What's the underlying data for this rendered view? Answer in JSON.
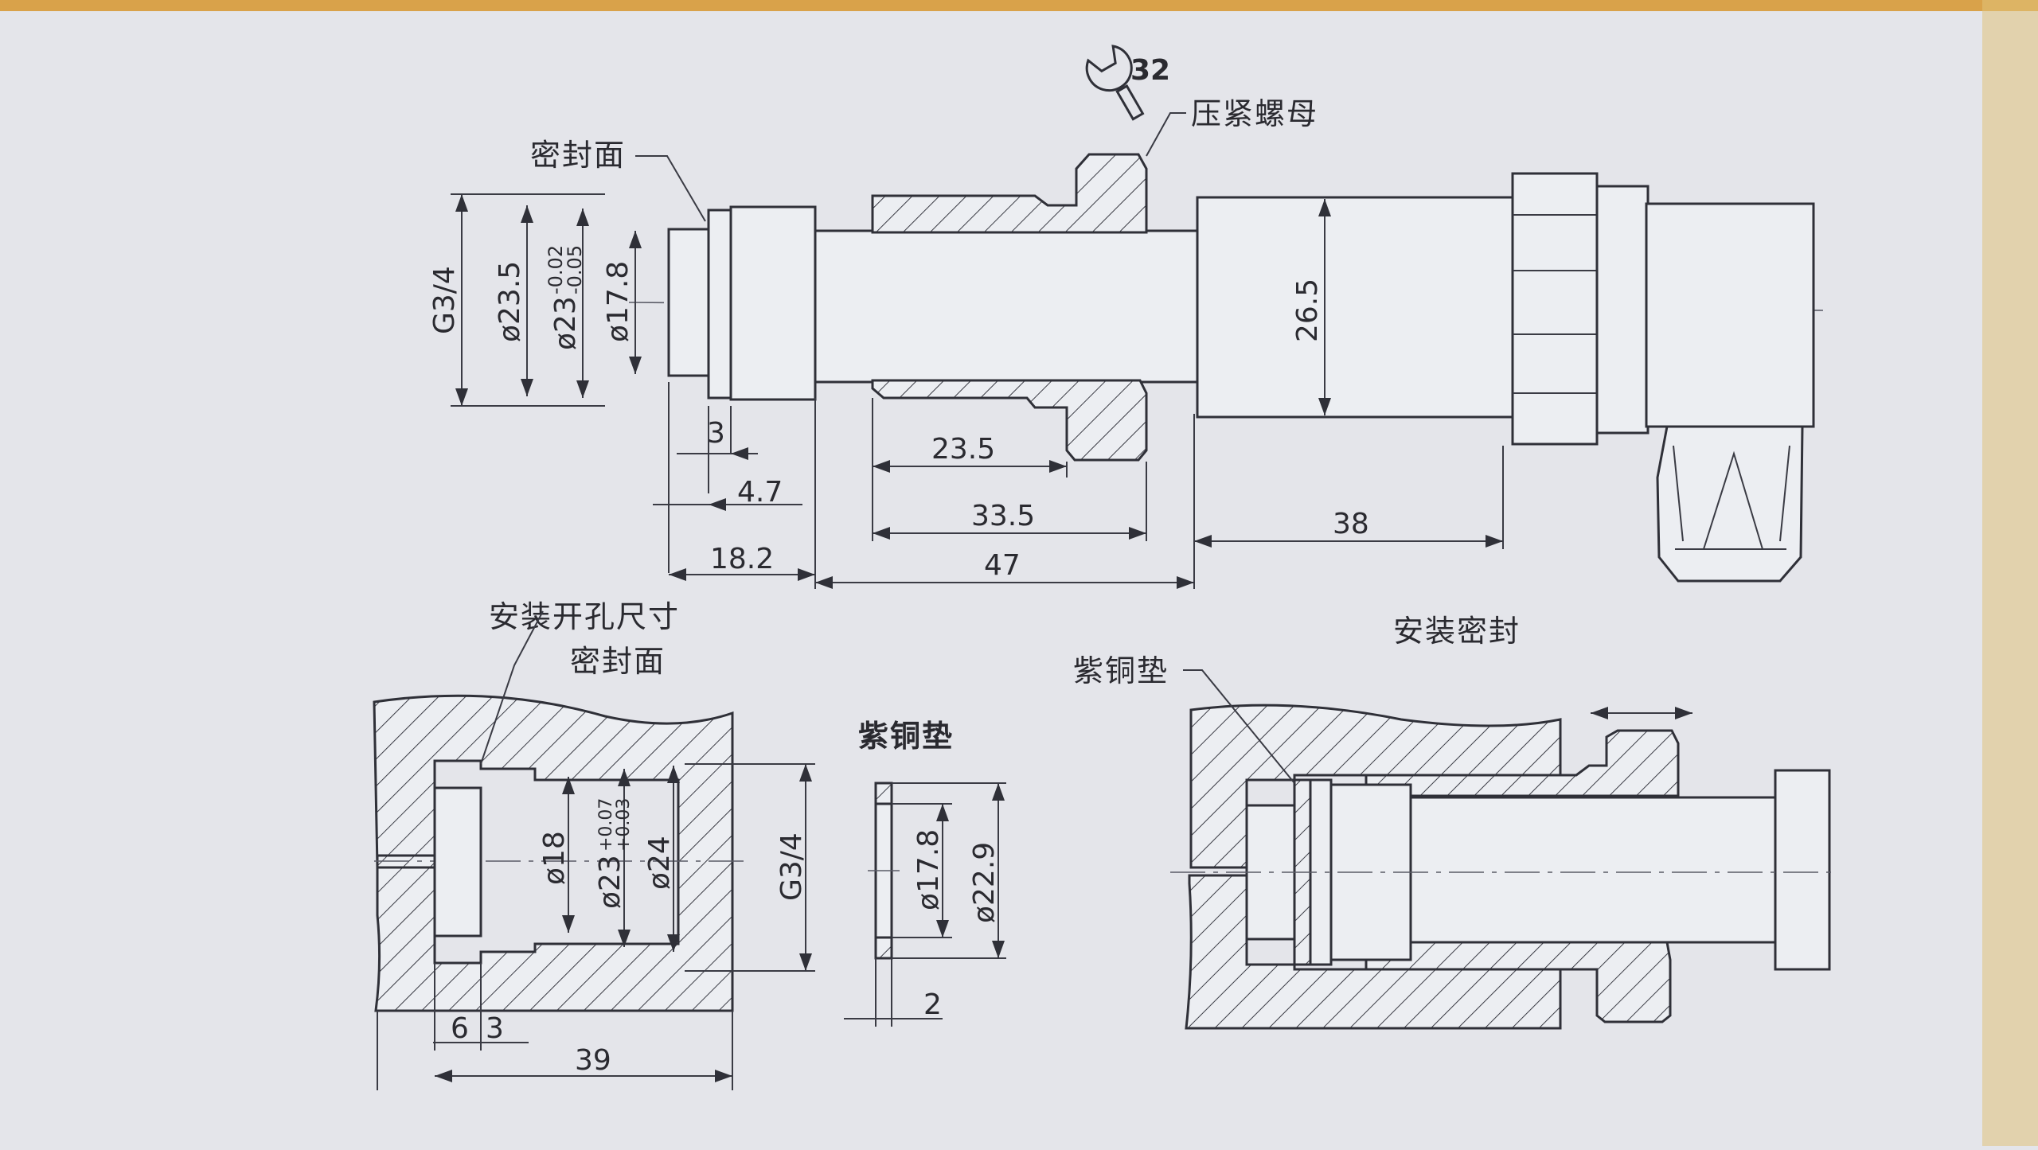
{
  "colors": {
    "paper": "#e4e5ea",
    "ink": "#2f3038",
    "page_edge_top": "#d9a24a",
    "page_edge_right": "#e0c27a"
  },
  "icons": {
    "wrench": "wrench-icon"
  },
  "top_view": {
    "wrench_size": "32",
    "label_seal_face": "密封面",
    "label_nut": "压紧螺母",
    "dims": {
      "thread": "G3/4",
      "d235": "ø23.5",
      "d23tol": "ø23",
      "d23tol_hi": "-0.02",
      "d23tol_lo": "-0.05",
      "d178": "ø17.8",
      "d265": "26.5",
      "l3": "3",
      "l47a": "4.7",
      "l182": "18.2",
      "l47": "47",
      "l235": "23.5",
      "l335": "33.5",
      "l38": "38"
    }
  },
  "hole_view": {
    "title": "安装开孔尺寸",
    "label_seal_face": "密封面",
    "dims": {
      "d18": "ø18",
      "d23": "ø23",
      "d23_tol_hi": "+0.07",
      "d23_tol_lo": "+0.03",
      "d24": "ø24",
      "thread": "G3/4",
      "l6": "6",
      "l3": "3",
      "l39": "39"
    }
  },
  "gasket_view": {
    "title": "紫铜垫",
    "dims": {
      "d178": "ø17.8",
      "d229": "ø22.9",
      "t2": "2"
    }
  },
  "seal_view": {
    "title": "安装密封",
    "label_gasket": "紫铜垫"
  }
}
